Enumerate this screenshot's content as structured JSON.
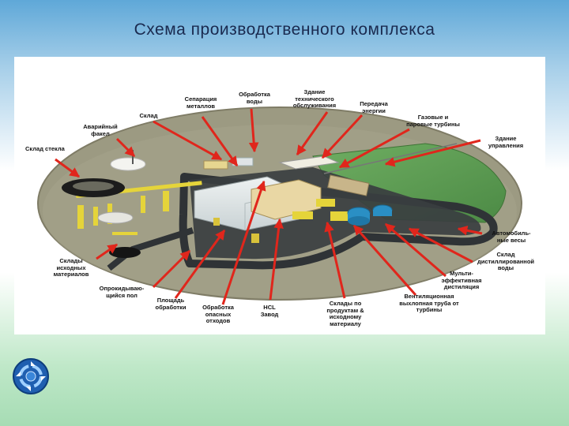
{
  "title": "Схема  производственного комплекса",
  "labels": [
    {
      "id": "sklad-stekla",
      "text": "Склад стекла"
    },
    {
      "id": "avariyny-fakel",
      "text": "Аварийный\nфакел"
    },
    {
      "id": "sklad",
      "text": "Склад"
    },
    {
      "id": "separatsiya",
      "text": "Сепарация\nметаллов"
    },
    {
      "id": "obrabotka-vody",
      "text": "Обработка\nводы"
    },
    {
      "id": "zdanie-to",
      "text": "Здание\nтехнического\nобслуживания"
    },
    {
      "id": "peredacha",
      "text": "Передача\nэнергии"
    },
    {
      "id": "turbiny",
      "text": "Газовые и\nпаровые турбины"
    },
    {
      "id": "zdanie-upr",
      "text": "Здание\nуправления"
    },
    {
      "id": "avtovesy",
      "text": "Автомобиль-\nные весы"
    },
    {
      "id": "sklad-dist",
      "text": "Склад\nдистиллированной\nводы"
    },
    {
      "id": "multi",
      "text": "Мульти-\nэффективная\nдистиляция"
    },
    {
      "id": "vent",
      "text": "Вентиляционная\nвыхлопная труба от\nтурбины"
    },
    {
      "id": "sklady-prod",
      "text": "Склады по\nпродуктам &\nисходному\nматериалу"
    },
    {
      "id": "hcl",
      "text": "HCL\nЗавод"
    },
    {
      "id": "obr-otkhodov",
      "text": "Обработка\nопасных\nотходов"
    },
    {
      "id": "ploshchad",
      "text": "Площадь\nобработки"
    },
    {
      "id": "oprokid",
      "text": "Опрокидываю-\nщийся пол"
    },
    {
      "id": "sklady-iskh",
      "text": "Склады\nисходных\nматериалов"
    }
  ],
  "icons": {
    "nav": "circular-arrows-icon"
  },
  "colors": {
    "arrow": "#e0261c",
    "road": "#2f3336",
    "ground": "#9c9a82",
    "grass": "#5f9b52",
    "title": "#1a2a4f"
  }
}
